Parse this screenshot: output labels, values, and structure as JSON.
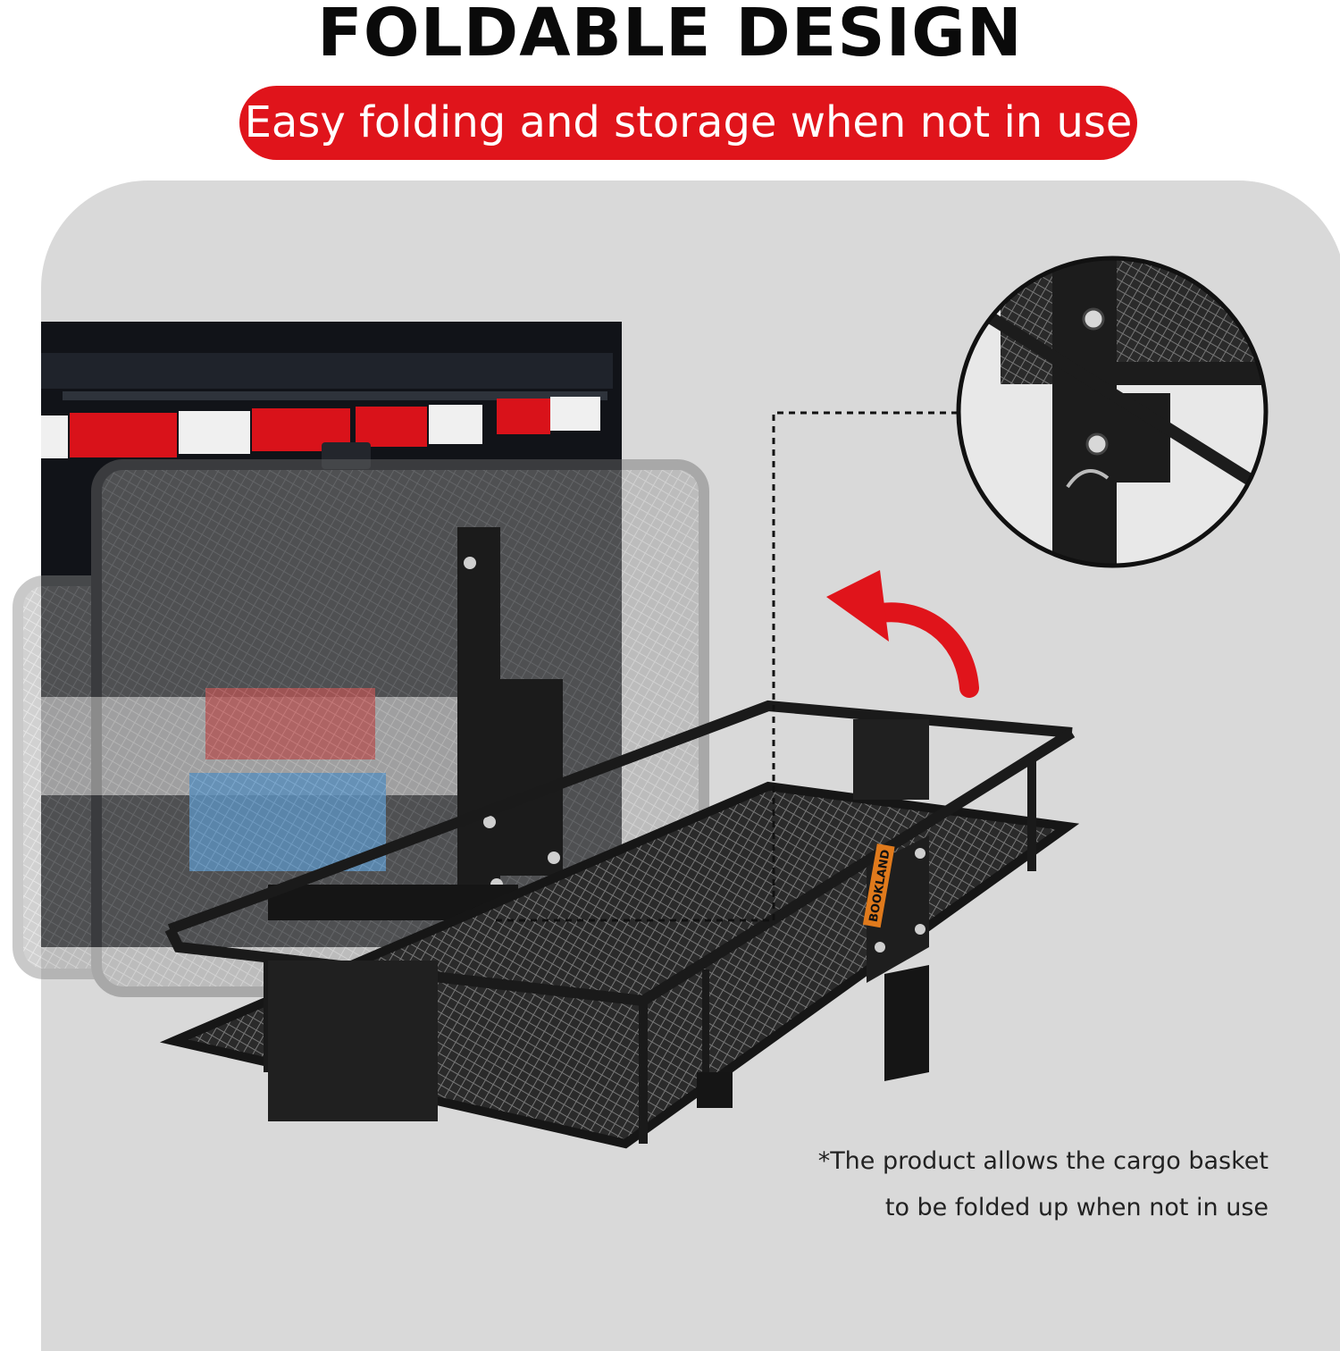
{
  "title": "FOLDABLE DESIGN",
  "banner": "Easy folding and storage when not in use",
  "brand_label": "BOOKLAND",
  "note_line1": "*The product allows the cargo basket",
  "note_line2": "to be folded up when not in use",
  "colors": {
    "accent": "#e0141b",
    "panel": "#d9d9d9",
    "frame": "#1a1a1a"
  },
  "icons": [
    "curved-arrow-icon",
    "zoom-callout-icon"
  ]
}
